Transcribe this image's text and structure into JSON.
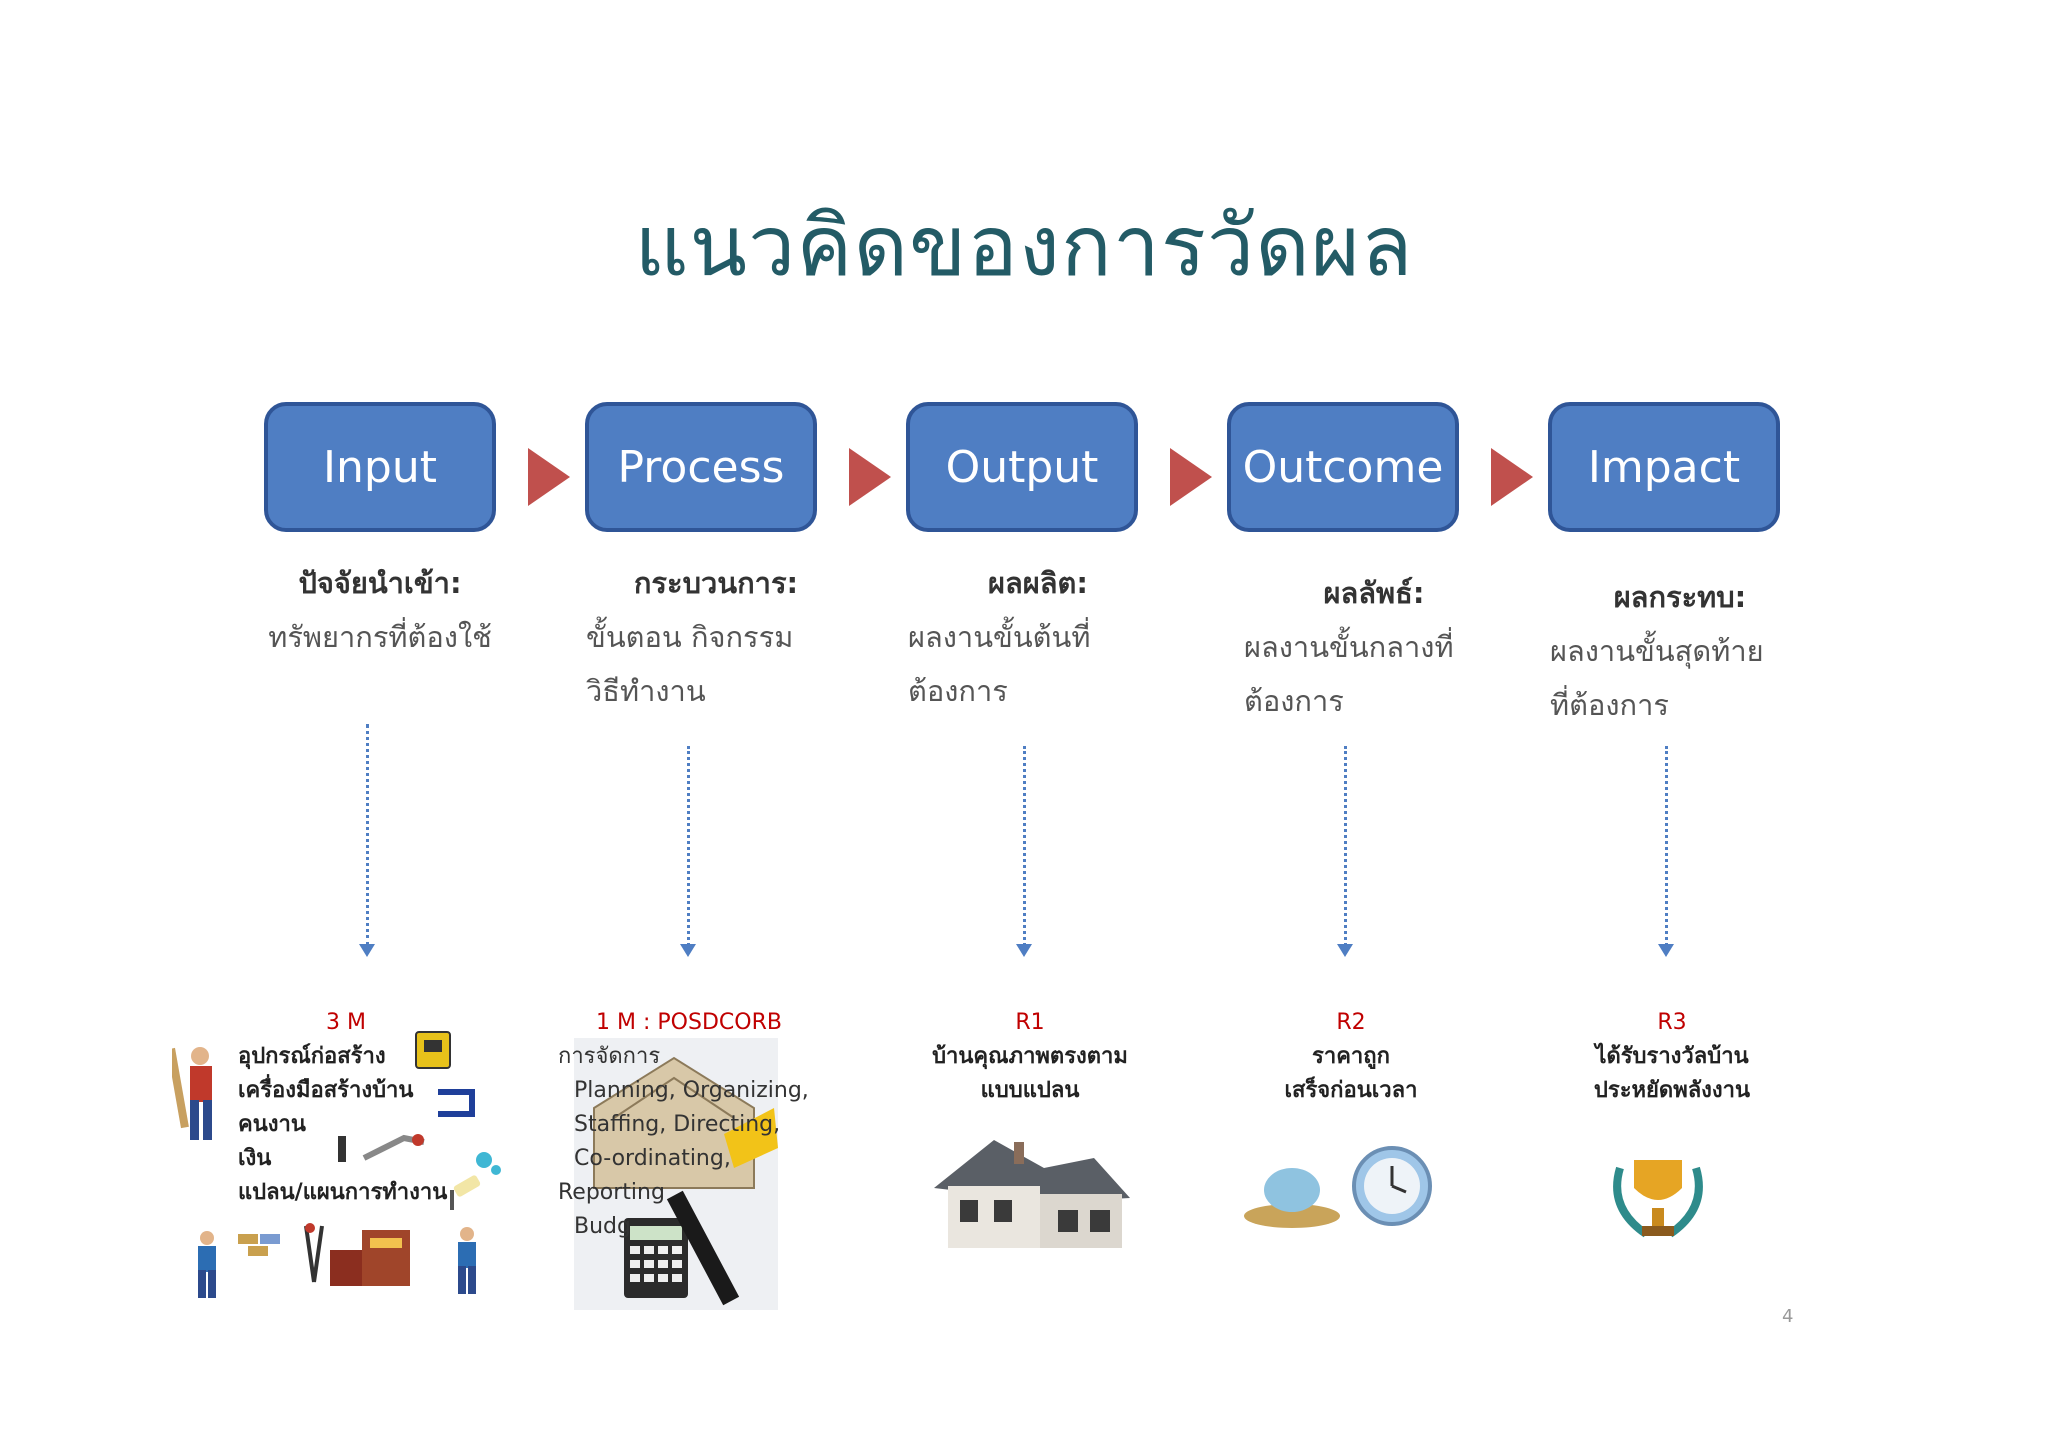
{
  "title": "แนวคิดของการวัดผล",
  "steps": [
    {
      "label": "Input",
      "head": "ปัจจัยนำเข้า:",
      "body": [
        "ทรัพยากรที่ต้องใช้"
      ]
    },
    {
      "label": "Process",
      "head": "กระบวนการ:",
      "body": [
        "ขั้นตอน กิจกรรม",
        "วิธีทำงาน"
      ]
    },
    {
      "label": "Output",
      "head": "ผลผลิต:",
      "body": [
        "ผลงานขั้นต้นที่",
        "ต้องการ"
      ]
    },
    {
      "label": "Outcome",
      "head": "ผลลัพธ์:",
      "body": [
        "ผลงานขั้นกลางที่",
        "ต้องการ"
      ]
    },
    {
      "label": "Impact",
      "head": "ผลกระทบ:",
      "body": [
        "ผลงานขั้นสุดท้าย",
        "ที่ต้องการ"
      ]
    }
  ],
  "results": {
    "m3": {
      "label": "3 M",
      "items": [
        "อุปกรณ์ก่อสร้าง",
        "เครื่องมือสร้างบ้าน",
        "คนงาน",
        "เงิน",
        "แปลน/แผนการทำงาน"
      ]
    },
    "m1": {
      "label": "1 M : POSDCORB",
      "items": [
        "การจัดการ",
        "Planning, Organizing,",
        "Staffing, Directing,",
        "Co-ordinating,",
        "Reporting",
        "Budg"
      ]
    },
    "r1": {
      "label": "R1",
      "lines": [
        "บ้านคุณภาพตรงตาม",
        "แบบแปลน"
      ]
    },
    "r2": {
      "label": "R2",
      "lines": [
        "ราคาถูก",
        "เสร็จก่อนเวลา"
      ]
    },
    "r3": {
      "label": "R3",
      "lines": [
        "ได้รับรางวัลบ้าน",
        "ประหยัดพลังงาน"
      ]
    }
  },
  "page_number": "4",
  "colors": {
    "title": "#235b66",
    "box_fill": "#4f7ec3",
    "box_border": "#2f5597",
    "arrow": "#c0504d",
    "result_label": "#c00000"
  }
}
